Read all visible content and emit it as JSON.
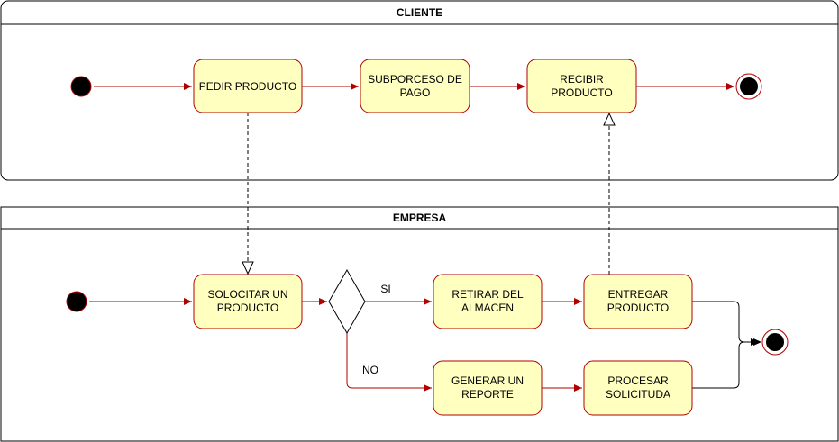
{
  "lanes": {
    "cliente": {
      "title": "CLIENTE"
    },
    "empresa": {
      "title": "EMPRESA"
    }
  },
  "nodes": {
    "pedir_producto": {
      "lines": [
        "PEDIR PRODUCTO"
      ]
    },
    "subproceso_pago": {
      "lines": [
        "SUBPORCESO DE",
        "PAGO"
      ]
    },
    "recibir_producto": {
      "lines": [
        "RECIBIR",
        "PRODUCTO"
      ]
    },
    "solicitar_producto": {
      "lines": [
        "SOLOCITAR UN",
        "PRODUCTO"
      ]
    },
    "retirar_almacen": {
      "lines": [
        "RETIRAR DEL",
        "ALMACEN"
      ]
    },
    "entregar_producto": {
      "lines": [
        "ENTREGAR",
        "PRODUCTO"
      ]
    },
    "generar_reporte": {
      "lines": [
        "GENERAR UN",
        "REPORTE"
      ]
    },
    "procesar_solicitud": {
      "lines": [
        "PROCESAR",
        "SOLICITUDA"
      ]
    }
  },
  "decision": {
    "yes_label": "SI",
    "no_label": "NO"
  },
  "colors": {
    "node_fill": "#ffffc0",
    "node_stroke": "#b20000",
    "flow_line": "#b20000",
    "dashed_line": "#000000",
    "lane_border": "#000000"
  }
}
